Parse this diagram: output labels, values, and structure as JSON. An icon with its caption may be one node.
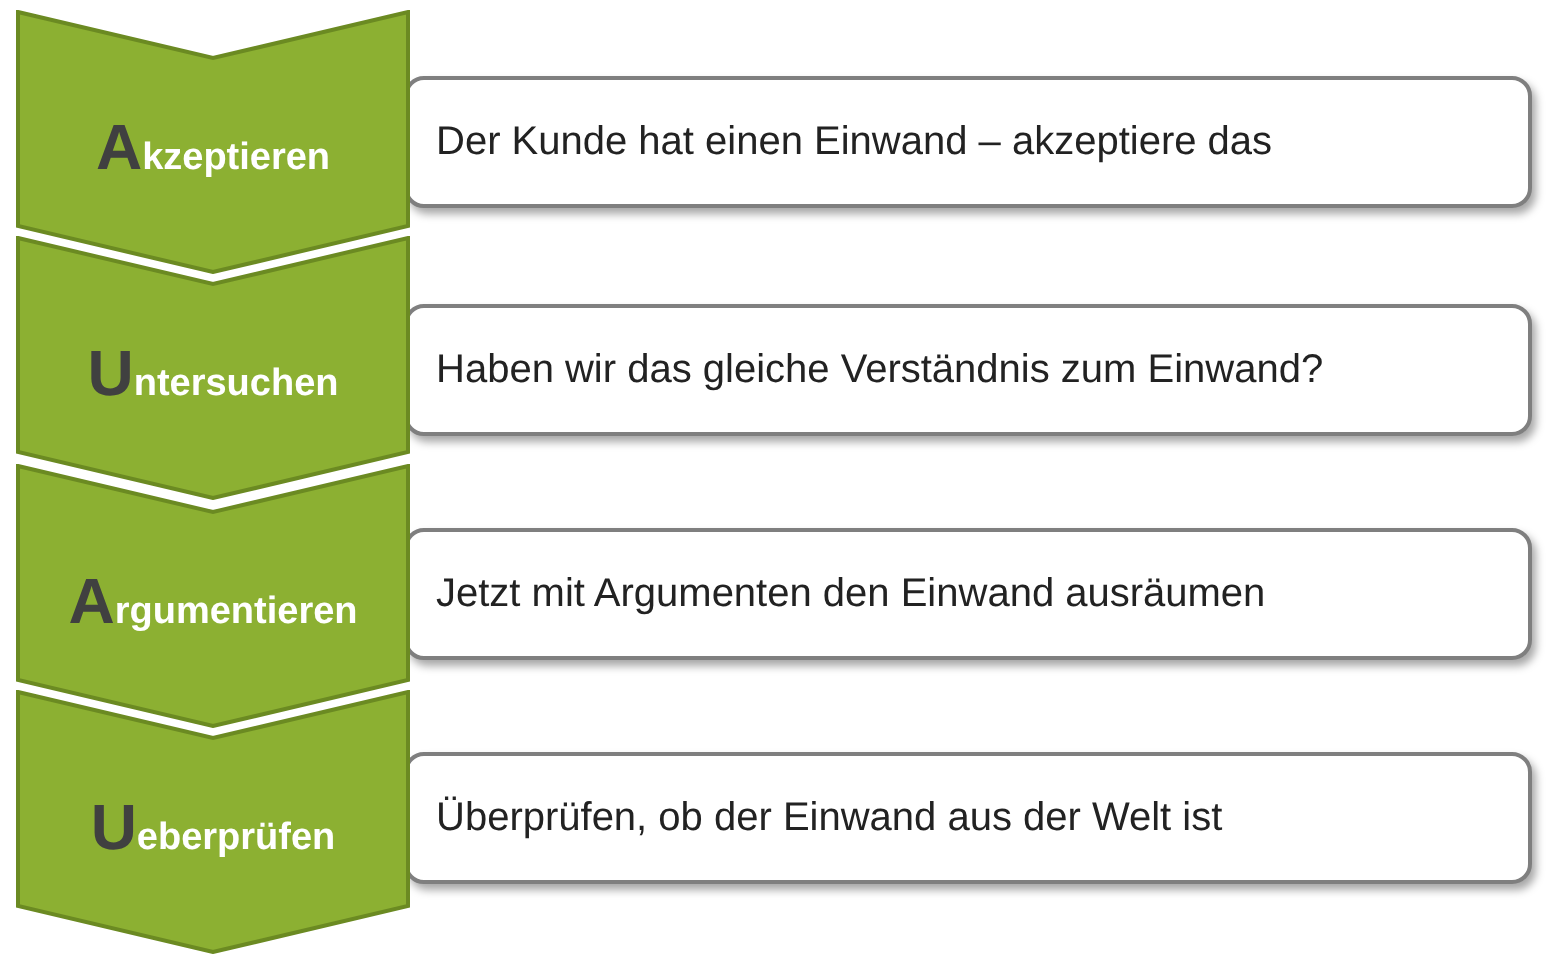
{
  "diagram": {
    "nodes": [
      {
        "text": [
          "Akzeptieren"
        ]
      },
      {
        "text": [
          "Der Kunde hat einen Einwand – akzeptiere das"
        ]
      },
      {
        "text": [
          "Untersuchen"
        ]
      },
      {
        "text": [
          "Haben wir das gleiche Verständnis zum Einwand?"
        ]
      },
      {
        "text": [
          "Argumentieren"
        ]
      },
      {
        "text": [
          "Jetzt mit Argumenten den Einwand ausräumen"
        ]
      },
      {
        "text": [
          "Ueberprüfen"
        ]
      },
      {
        "text": [
          "Überprüfen, ob der Einwand aus der Welt ist"
        ]
      }
    ]
  }
}
